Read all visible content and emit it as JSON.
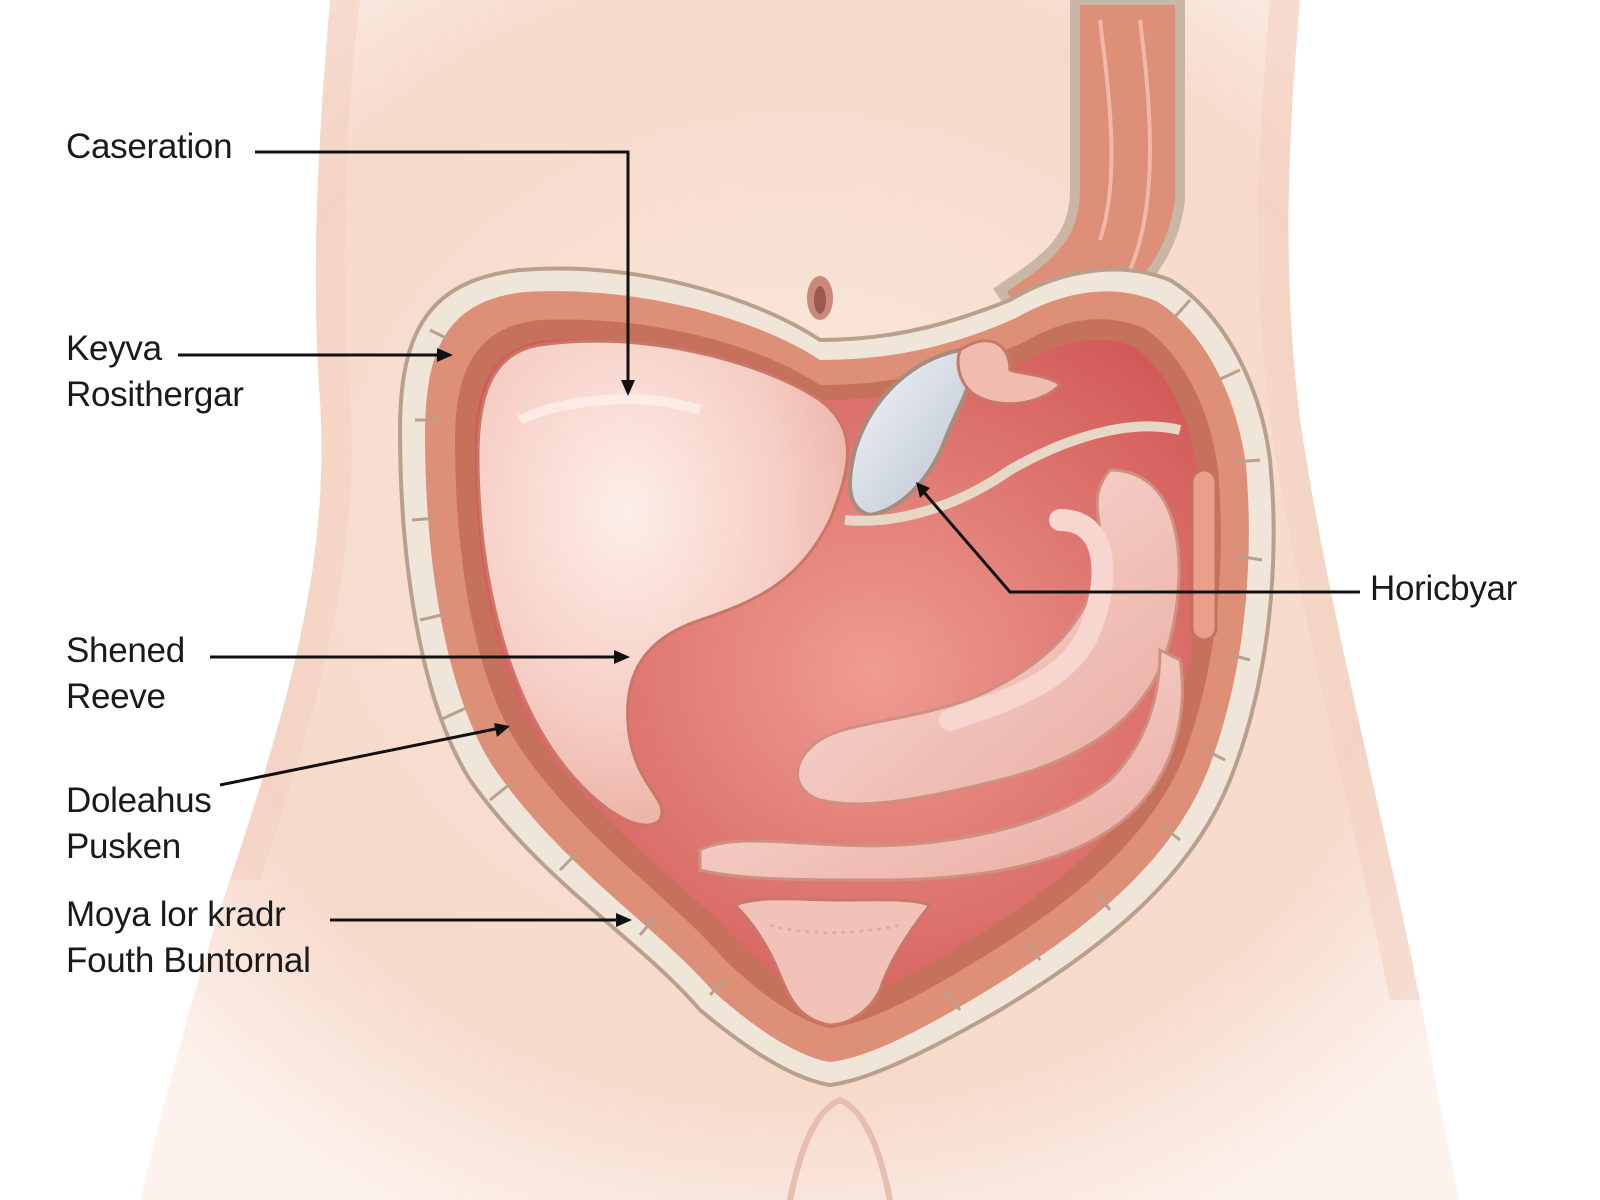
{
  "labels": {
    "caseration": {
      "lines": [
        "Caseration"
      ]
    },
    "keyva": {
      "lines": [
        "Keyva",
        "Rosithergar"
      ]
    },
    "shened": {
      "lines": [
        "Shened",
        "Reeve"
      ]
    },
    "doleahus": {
      "lines": [
        "Doleahus",
        "Pusken"
      ]
    },
    "moya": {
      "lines": [
        "Moya lor kradr",
        "Fouth Buntornal"
      ]
    },
    "horicbyar": {
      "lines": [
        "Horicbyar"
      ]
    }
  },
  "colors": {
    "skin": "#f7ddd0",
    "skin_shadow": "#eebfae",
    "wall_outer": "#c9b6a4",
    "muscle": "#d9836a",
    "muscle_light": "#eaa58e",
    "cavity": "#d8605e",
    "organ_pink": "#f3c7c0",
    "pouch_white": "#dfe4ec",
    "leader": "#111111"
  }
}
